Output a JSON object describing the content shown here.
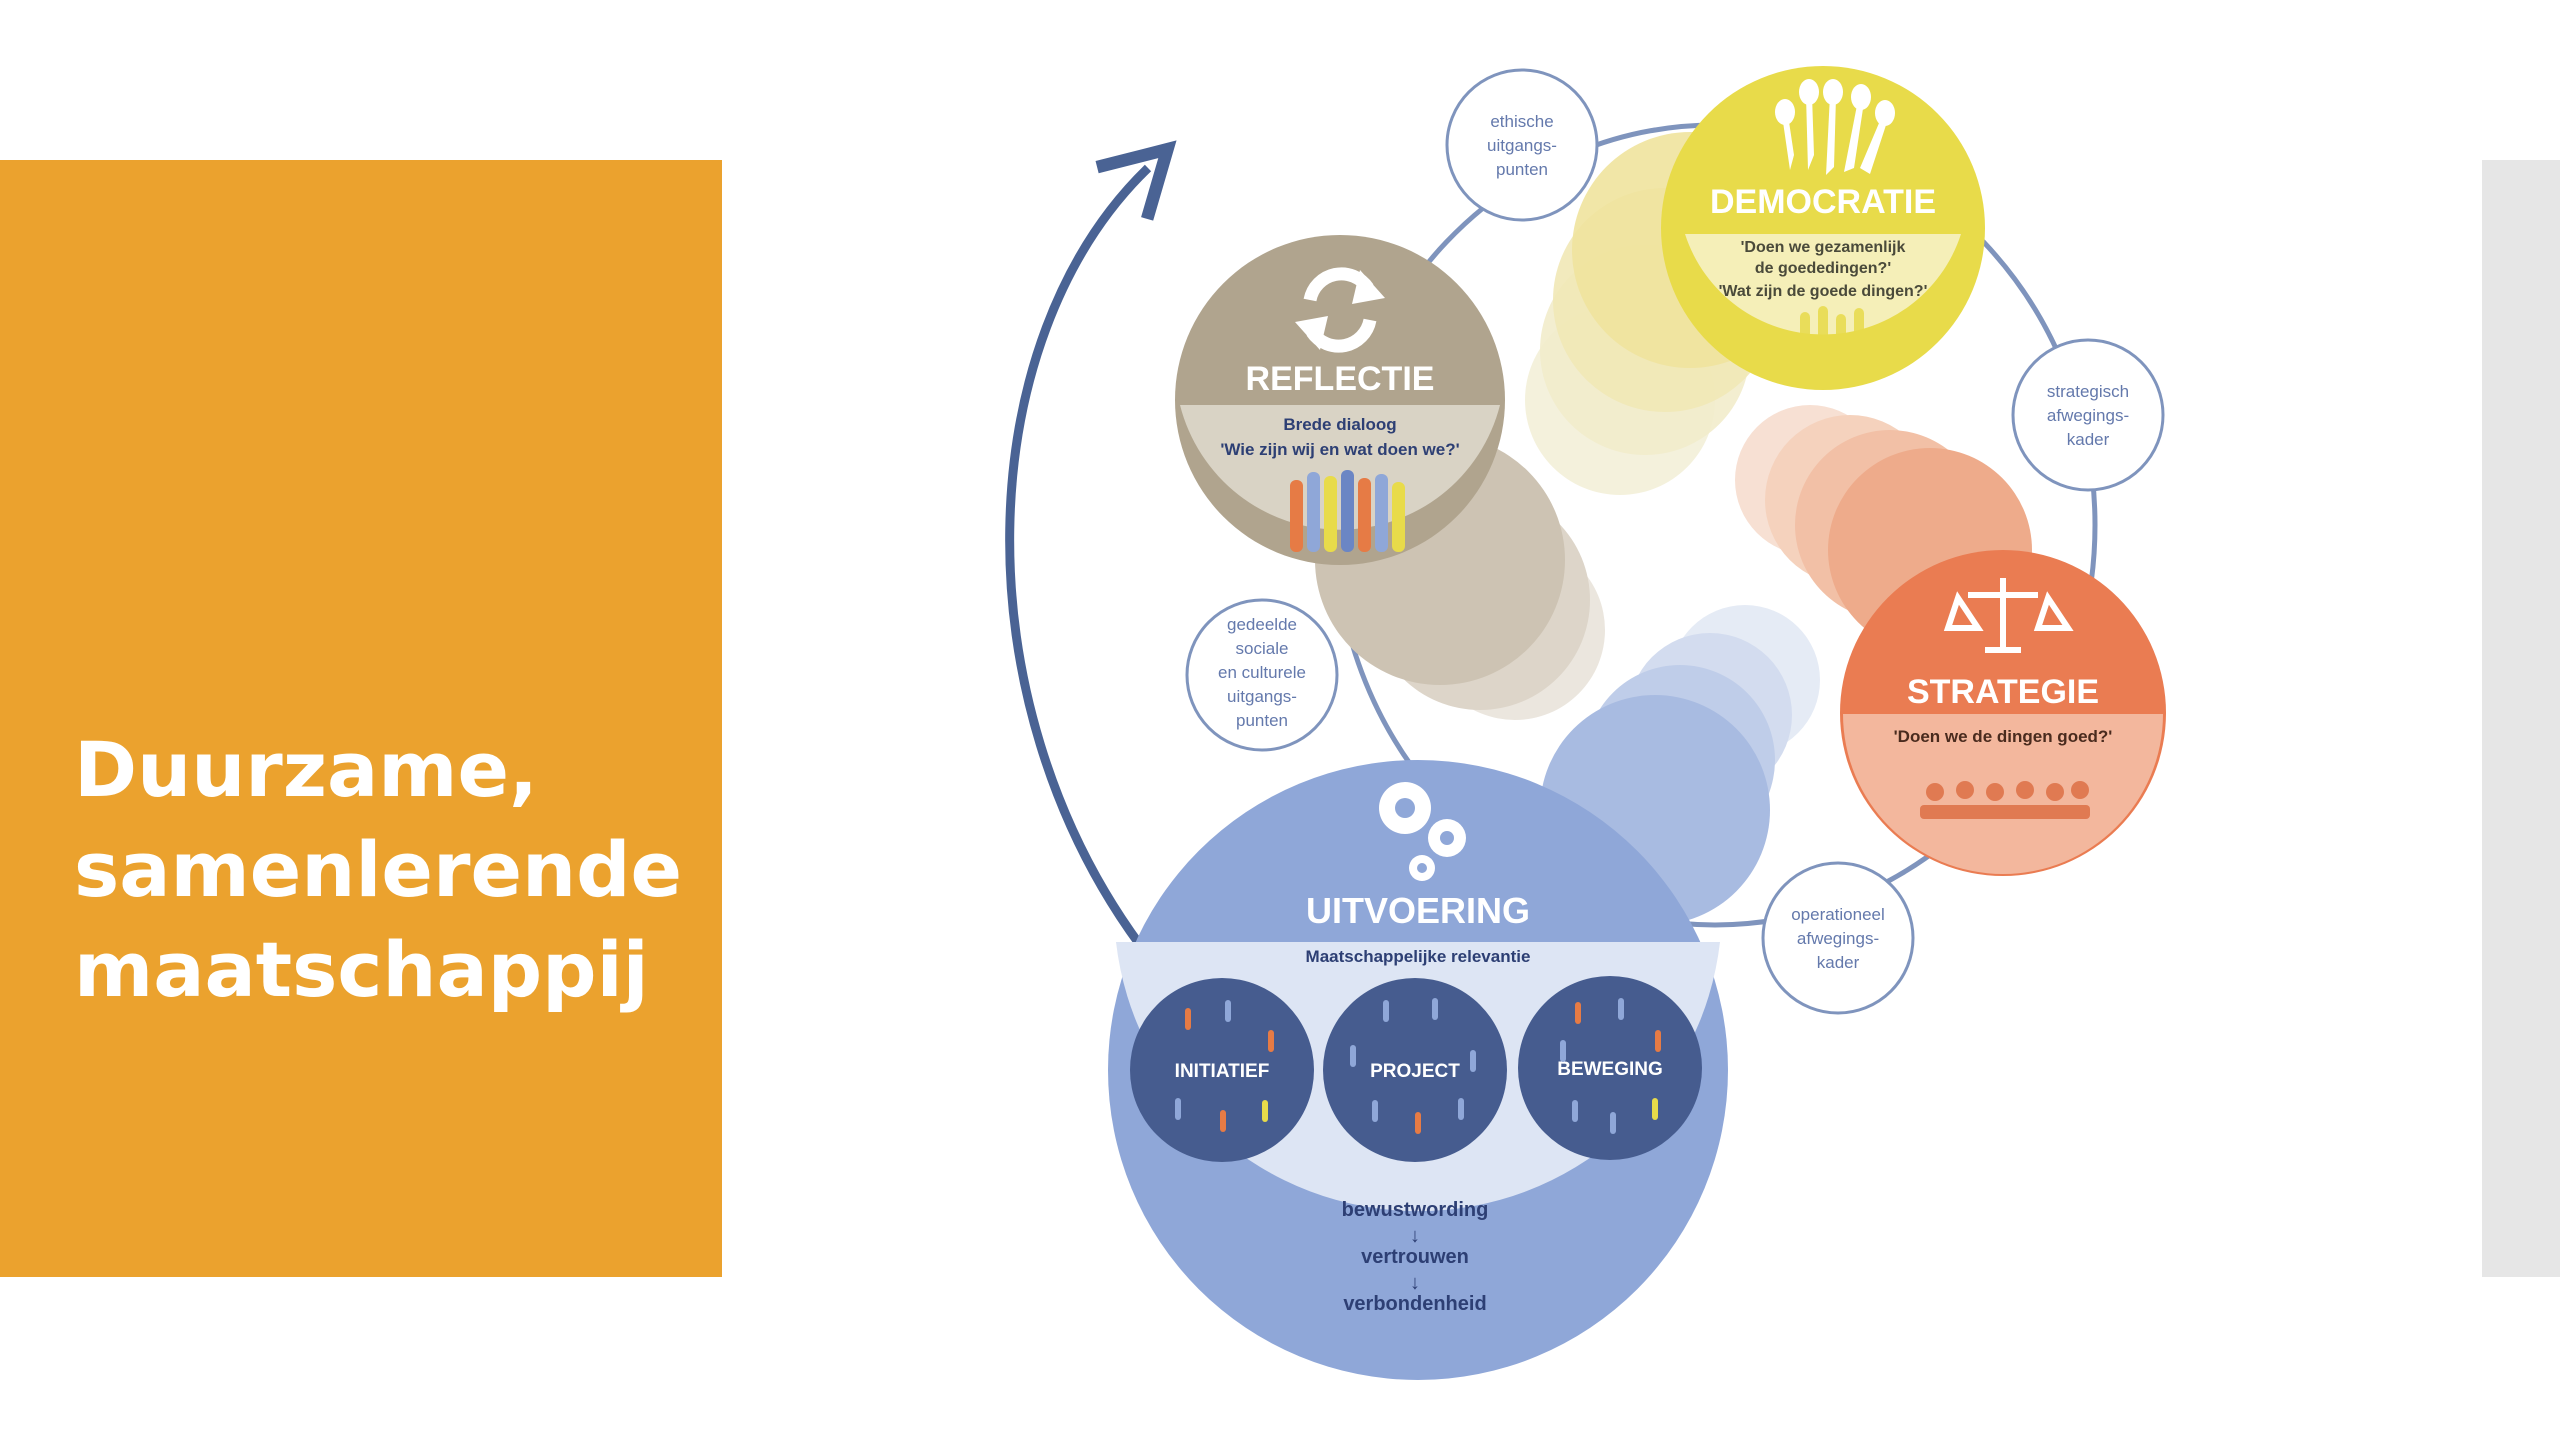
{
  "slide": {
    "title_lines": [
      "Duurzame,",
      "samenlerende",
      "maatschappij"
    ],
    "colors": {
      "accent": "#eba22e",
      "side_panel": "#e6e6e6"
    }
  },
  "diagram": {
    "democratie": {
      "title": "DEMOCRATIE",
      "q1": "'Doen we gezamenlijk",
      "q2": "de goededingen?'",
      "q3": "'Wat zijn de goede dingen?'",
      "icon": "raised-hands-icon",
      "color": "#e8db4a"
    },
    "reflectie": {
      "title": "REFLECTIE",
      "sub1": "Brede dialoog",
      "sub2": "'Wie zijn wij en wat doen we?'",
      "icon": "refresh-icon",
      "color": "#b0a48e"
    },
    "strategie": {
      "title": "STRATEGIE",
      "q1": "'Doen we de dingen goed?'",
      "icon": "scales-icon",
      "color": "#ea7c52"
    },
    "uitvoering": {
      "title": "UITVOERING",
      "subtitle": "Maatschappelijke relevantie",
      "groups": [
        "INITIATIEF",
        "PROJECT",
        "BEWEGING"
      ],
      "chain": [
        "bewustwording",
        "vertrouwen",
        "verbondenheid"
      ],
      "icon": "gears-icon",
      "color": "#8fa7d8"
    },
    "satellites": {
      "ethische": [
        "ethische",
        "uitgangs-",
        "punten"
      ],
      "strategisch": [
        "strategisch",
        "afwegings-",
        "kader"
      ],
      "gedeelde": [
        "gedeelde",
        "sociale",
        "en culturele",
        "uitgangs-",
        "punten"
      ],
      "operationeel": [
        "operationeel",
        "afwegings-",
        "kader"
      ]
    }
  }
}
